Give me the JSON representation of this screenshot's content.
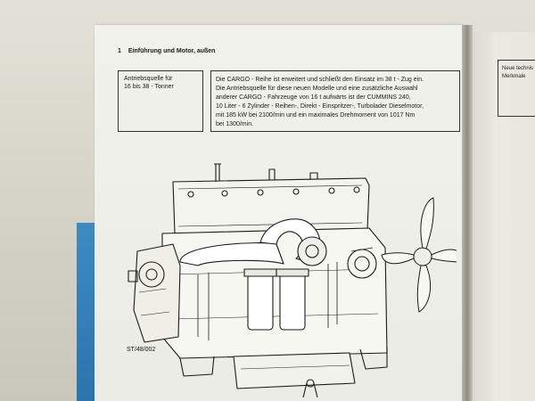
{
  "section": {
    "number": "1",
    "title": "Einführung und Motor, außen"
  },
  "label_box": {
    "lines": [
      "Antriebsquelle für",
      "16 bis 38 - Tonner"
    ]
  },
  "body_text": {
    "lines": [
      "Die CARGO - Reihe ist erweitert und schließt den Einsatz im 38 t - Zug ein.",
      "Die Antriebsquelle für diese neuen Modelle und eine zusätzliche Auswahl",
      "anderer CARGO - Fahrzeuge von 16 t aufwärts ist der CUMMINS 240,",
      "10 Liter - 6 Zylinder - Reihen-, Direkt - Einspritzer-, Turbolader Dieselmotor,",
      "mit 185 kW bei 2100/min und ein maximales Drehmoment von 1017 Nm",
      "bei 1300/min."
    ]
  },
  "next_page": {
    "lines": [
      "Neue technis",
      "Merkmale"
    ]
  },
  "figure": {
    "caption": "ST/48/002",
    "subject": "engine-line-drawing"
  }
}
